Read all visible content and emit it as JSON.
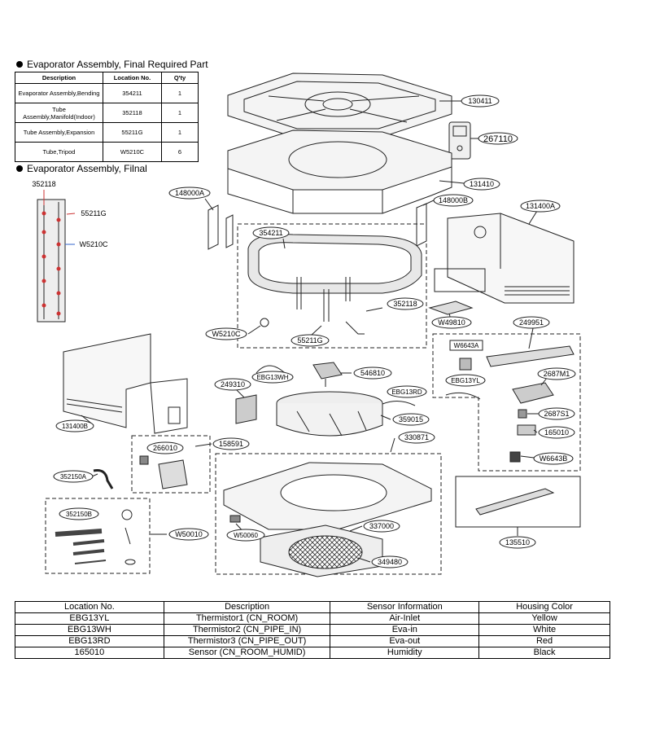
{
  "sections": {
    "required_title": "Evaporator Assembly, Final Required Part",
    "final_title": "Evaporator Assembly, Filnal"
  },
  "required_table": {
    "headers": [
      "Description",
      "Location No.",
      "Q'ty"
    ],
    "rows": [
      {
        "description": "Evaporator Assembly,Bending",
        "location": "354211",
        "qty": "1"
      },
      {
        "description": "Tube Assembly,Manifold(Indoor)",
        "location": "352118",
        "qty": "1"
      },
      {
        "description": "Tube Assembly,Expansion",
        "location": "55211G",
        "qty": "1"
      },
      {
        "description": "Tube,Tripod",
        "location": "W5210C",
        "qty": "6"
      }
    ]
  },
  "evaporator_labels": {
    "top": "352118",
    "expansion": "55211G",
    "tripod": "W5210C"
  },
  "part_labels": {
    "p130411": "130411",
    "p267110": "267110",
    "p131410": "131410",
    "p148000A": "148000A",
    "p148000B": "148000B",
    "p131400A": "131400A",
    "p354211": "354211",
    "p352118": "352118",
    "pW5210C": "W5210C",
    "p55211G": "55211G",
    "pW49810": "W49810",
    "p249951": "249951",
    "pW6643A": "W6643A",
    "pEBG13YL": "EBG13YL",
    "p2687M1": "2687M1",
    "p2687S1": "2687S1",
    "p165010": "165010",
    "pW6643B": "W6643B",
    "pEBG13WH": "EBG13WH",
    "p546810": "546810",
    "p249310": "249310",
    "pEBG13RD": "EBG13RD",
    "p359015": "359015",
    "p131400B": "131400B",
    "p266010": "266010",
    "p158591": "158591",
    "p330871": "330871",
    "p352150A": "352150A",
    "p352150B": "352150B",
    "pW50010": "W50010",
    "pW50060": "W50060",
    "p337000": "337000",
    "p349480": "349480",
    "p135510": "135510"
  },
  "sensor_table": {
    "headers": [
      "Location No.",
      "Description",
      "Sensor Information",
      "Housing Color"
    ],
    "rows": [
      {
        "location": "EBG13YL",
        "description": "Thermistor1 (CN_ROOM)",
        "info": "Air-Inlet",
        "color": "Yellow"
      },
      {
        "location": "EBG13WH",
        "description": "Thermistor2 (CN_PIPE_IN)",
        "info": "Eva-in",
        "color": "White"
      },
      {
        "location": "EBG13RD",
        "description": "Thermistor3 (CN_PIPE_OUT)",
        "info": "Eva-out",
        "color": "Red"
      },
      {
        "location": "165010",
        "description": "Sensor (CN_ROOM_HUMID)",
        "info": "Humidity",
        "color": "Black"
      }
    ]
  }
}
